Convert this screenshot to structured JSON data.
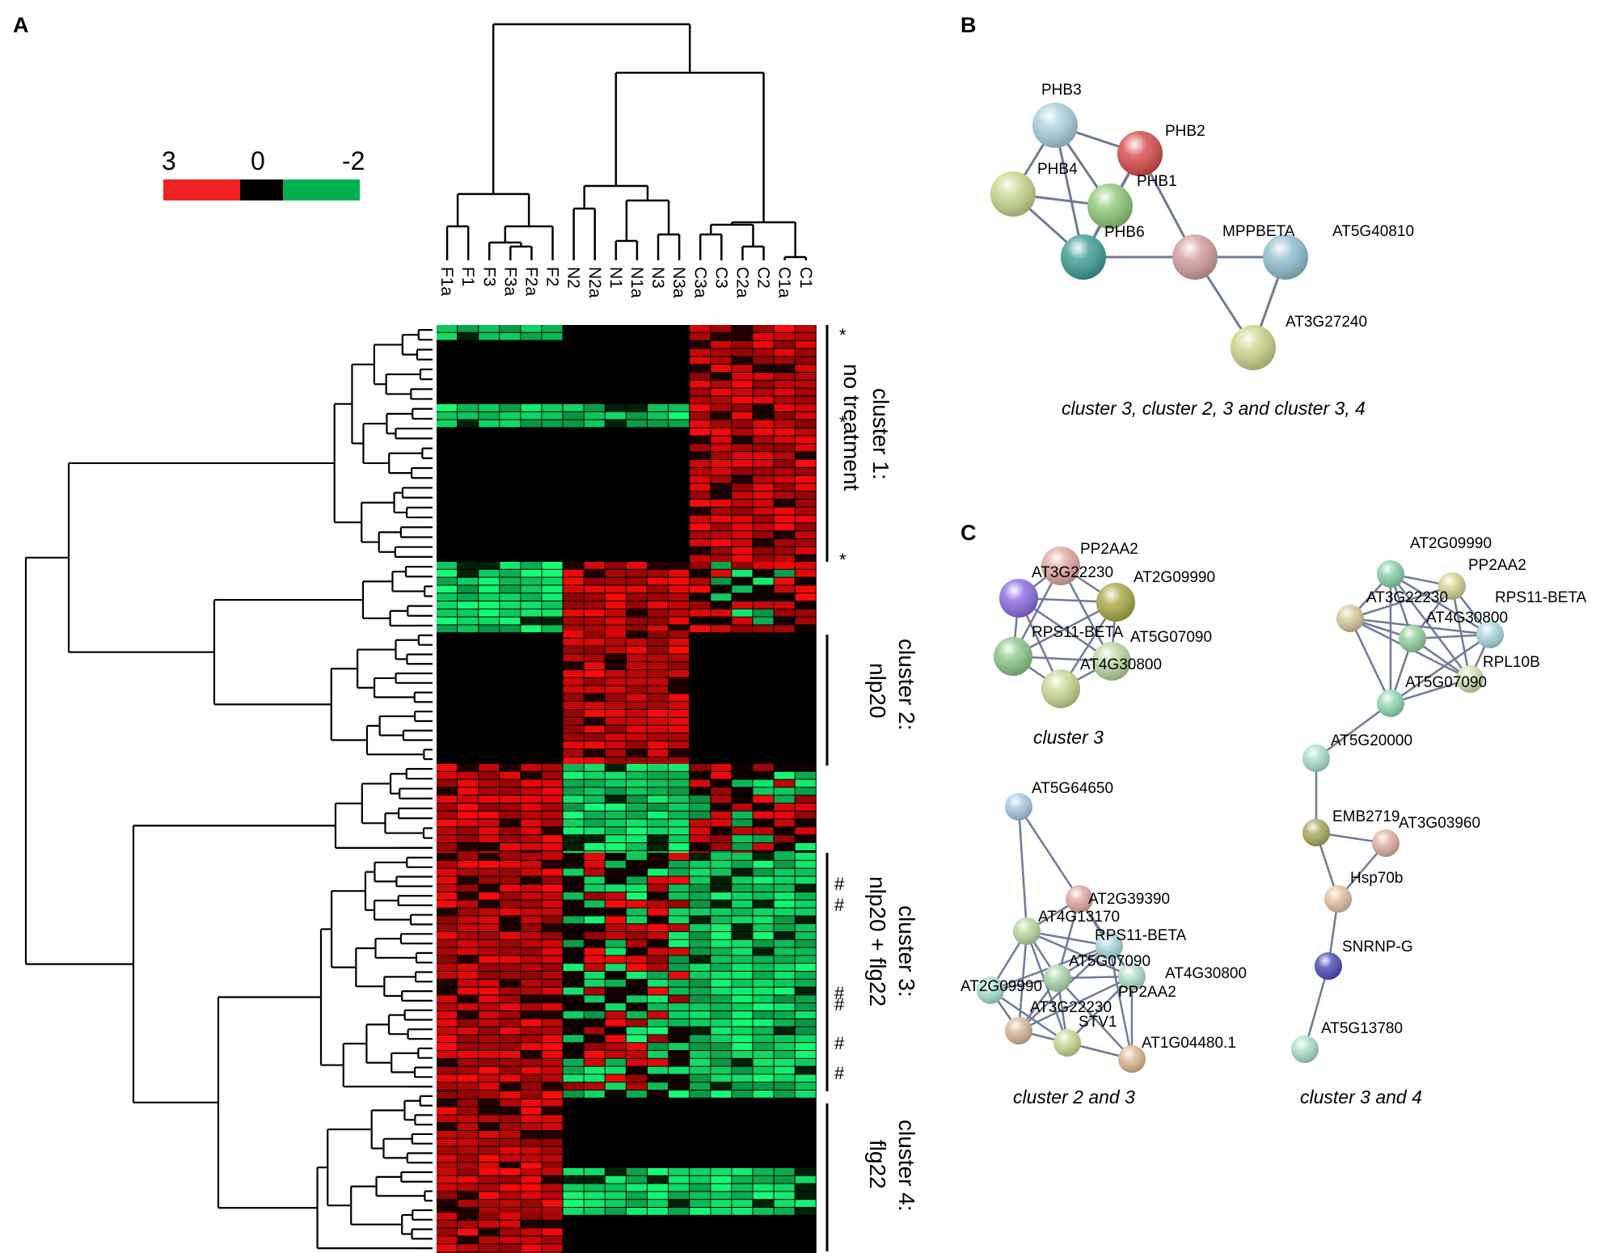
{
  "panels": {
    "a": "A",
    "b": "B",
    "c": "C"
  },
  "color_scale": {
    "high_label": "3",
    "mid_label": "0",
    "low_label": "-2",
    "high_color": "#ee2222",
    "mid_color": "#000000",
    "low_color": "#00b050"
  },
  "heatmap": {
    "columns": [
      "F1a",
      "F1",
      "F3",
      "F3a",
      "F2a",
      "F2",
      "N2",
      "N2a",
      "N1",
      "N1a",
      "N3",
      "N3a",
      "C3a",
      "C3",
      "C2a",
      "C2",
      "C1a",
      "C1"
    ],
    "clusters": [
      {
        "line1": "cluster 1:",
        "line2": "no treatment"
      },
      {
        "line1": "cluster 2:",
        "line2": "nlp20"
      },
      {
        "line1": "cluster 3:",
        "line2": "nlp20 + flg22"
      },
      {
        "line1": "cluster 4:",
        "line2": "flg22"
      }
    ],
    "markers": [
      "*",
      "*",
      "*",
      "#",
      "#",
      "#",
      "#",
      "#",
      "#"
    ]
  },
  "panel_b": {
    "nodes": [
      "PHB3",
      "PHB2",
      "PHB4",
      "PHB1",
      "PHB6",
      "MPPBETA",
      "AT5G40810",
      "AT3G27240"
    ],
    "caption": "cluster 3, cluster 2, 3 and cluster 3, 4"
  },
  "panel_c": {
    "net1": {
      "nodes": [
        "PP2AA2",
        "AT3G22230",
        "AT2G09990",
        "RPS11-BETA",
        "AT5G07090",
        "AT4G30800"
      ],
      "caption": "cluster 3"
    },
    "net2": {
      "nodes": [
        "AT5G64650",
        "AT2G39390",
        "AT4G13170",
        "RPS11-BETA",
        "AT5G07090",
        "AT4G30800",
        "AT2G09990",
        "PP2AA2",
        "AT3G22230",
        "STV1",
        "AT1G04480.1"
      ],
      "caption": "cluster 2 and 3"
    },
    "net3": {
      "nodes": [
        "AT2G09990",
        "PP2AA2",
        "AT3G22230",
        "RPS11-BETA",
        "AT4G30800",
        "RPL10B",
        "AT5G07090",
        "AT5G20000",
        "EMB2719",
        "AT3G03960",
        "Hsp70b",
        "SNRNP-G",
        "AT5G13780"
      ],
      "caption": "cluster 3 and 4"
    }
  }
}
